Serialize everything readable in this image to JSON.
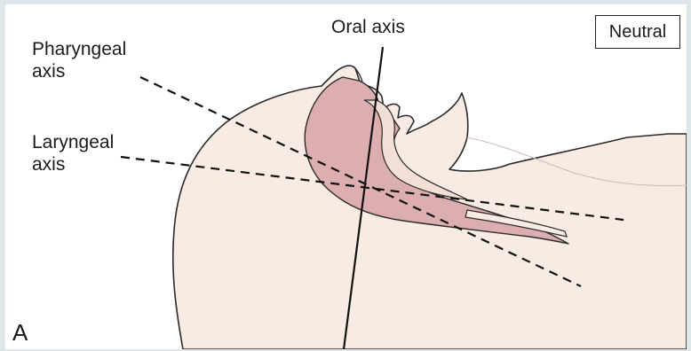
{
  "figure": {
    "panel_letter": "A",
    "position_badge": "Neutral",
    "axes": {
      "oral": "Oral axis",
      "pharyngeal_line1": "Pharyngeal",
      "pharyngeal_line2": "axis",
      "laryngeal_line1": "Laryngeal",
      "laryngeal_line2": "axis"
    },
    "colors": {
      "skin": "#f7ebe3",
      "skin_shadow": "#efdcd0",
      "airway": "#dcaeb0",
      "airway_dark": "#cf9da1",
      "outline": "#2a2a2a",
      "frame": "#dfe6ea"
    }
  }
}
